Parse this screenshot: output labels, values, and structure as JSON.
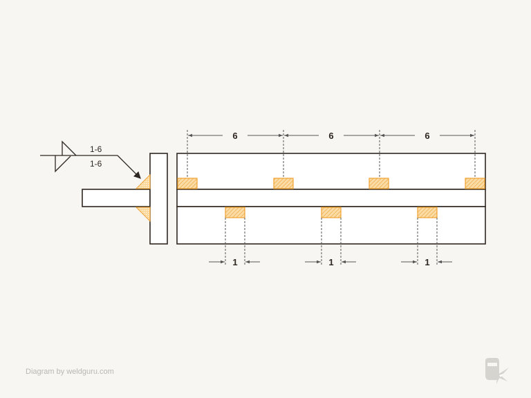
{
  "weld_symbol": {
    "arrow_side_label": "1-6",
    "other_side_label": "1-6",
    "type": "fillet-weld-both-sides-staggered-intermittent"
  },
  "dimensions": {
    "pitch_labels": [
      "6",
      "6",
      "6"
    ],
    "length_labels": [
      "1",
      "1",
      "1"
    ]
  },
  "colors": {
    "background": "#f7f6f2",
    "outline": "#2e2620",
    "weld": "#f0a030",
    "weld_fill": "#fbd99c",
    "dimension": "#555555"
  },
  "footer": {
    "credit": "Diagram by weldguru.com"
  },
  "logo": {
    "icon": "welding-helmet-icon"
  }
}
